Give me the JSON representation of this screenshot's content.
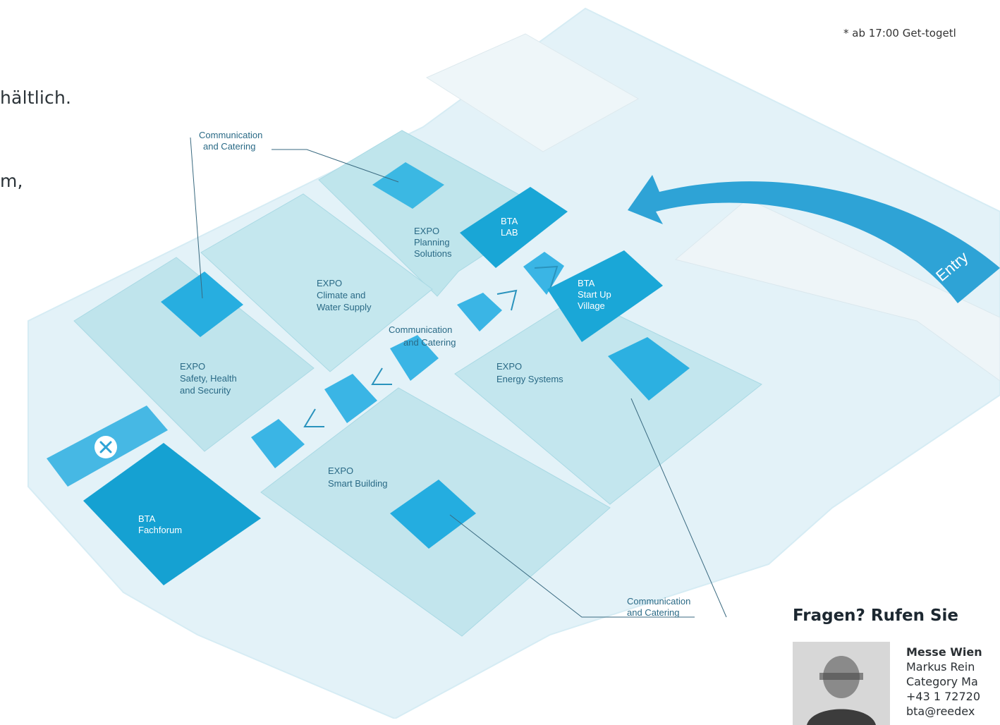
{
  "page_text": {
    "fragment_1": "hältlich.",
    "fragment_2": "m,"
  },
  "top_note": "* ab 17:00 Get-togetl",
  "map": {
    "labels": {
      "comm_catering_top": [
        "Communication",
        "and Catering"
      ],
      "comm_catering_mid": [
        "Communication",
        "and Catering"
      ],
      "comm_catering_bottom": [
        "Communication",
        "and Catering"
      ],
      "expo_planning": [
        "EXPO",
        "Planning",
        "Solutions"
      ],
      "expo_climate": [
        "EXPO",
        "Climate and",
        "Water Supply"
      ],
      "expo_safety": [
        "EXPO",
        "Safety, Health",
        "and Security"
      ],
      "expo_energy": [
        "EXPO",
        "Energy Systems"
      ],
      "expo_smart": [
        "EXPO",
        "Smart Building"
      ],
      "bta_lab": [
        "BTA",
        "LAB"
      ],
      "bta_startup": [
        "BTA",
        "Start Up",
        "Village"
      ],
      "bta_fachforum": [
        "BTA",
        "Fachforum"
      ],
      "entry": "Entry"
    },
    "colors": {
      "floor": "#e3f2f8",
      "hall": "#bfe5ec",
      "dark_block": "#19a6d6",
      "entry_arrow": "#2ea3d6"
    }
  },
  "contact": {
    "heading": "Fragen? Rufen Sie",
    "org": "Messe Wien",
    "name": "Markus Rein",
    "role": "Category Ma",
    "phone": "+43 1 72720",
    "email": "bta@reedex"
  }
}
